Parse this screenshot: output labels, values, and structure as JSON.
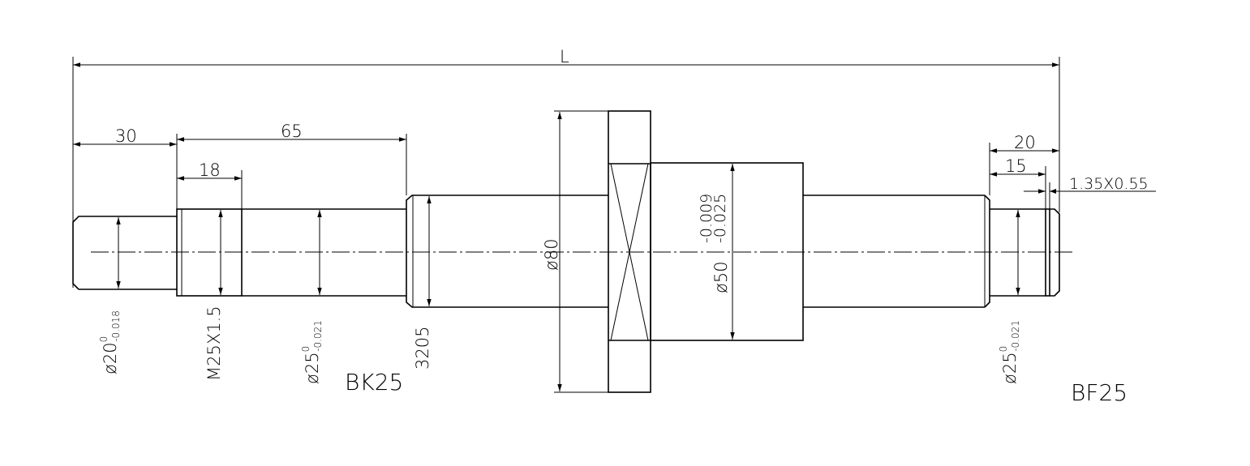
{
  "dimensions": {
    "overall_length": "L",
    "left_end_length": "30",
    "thread_to_screw_length": "65",
    "thread_length": "18",
    "right_end_length": "20",
    "right_groove_distance": "15",
    "groove_spec": "1.35X0.55"
  },
  "diameters": {
    "left_end": {
      "symbol": "ø20",
      "upper": "0",
      "lower": "-0.018"
    },
    "thread": "M25X1.5",
    "bearing_journal_left": {
      "symbol": "ø25",
      "upper": "0",
      "lower": "-0.021"
    },
    "screw": "3205",
    "flange": "ø80",
    "nut_body": {
      "symbol": "ø50",
      "upper": "-0.009",
      "lower": "-0.025"
    },
    "bearing_journal_right": {
      "symbol": "ø25",
      "upper": "0",
      "lower": "-0.021"
    }
  },
  "labels": {
    "fixed_support": "BK25",
    "floating_support": "BF25"
  }
}
